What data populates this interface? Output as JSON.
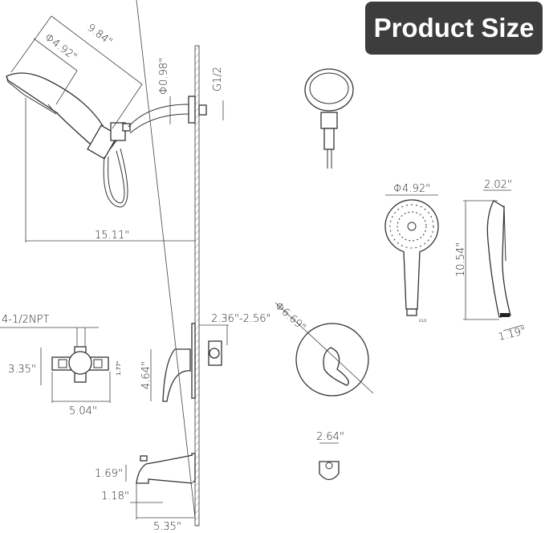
{
  "badge": {
    "title": "Product Size",
    "background": "#3d3d3d",
    "text_color": "#ffffff"
  },
  "dimensions": {
    "head_length": "9.84\"",
    "head_diameter_side": "Φ4.92\"",
    "arm_diameter": "Φ0.98\"",
    "wall_thread": "G1/2",
    "head_reach": "15.11\"",
    "head_diameter_front": "Φ4.92\"",
    "handheld_depth": "2.02\"",
    "handheld_length": "10.54\"",
    "handheld_base": "1.19\"",
    "handheld_thread": "G1/2",
    "valve_inlet": "4-1/2NPT",
    "valve_height": "3.35\"",
    "valve_port": "1.77\"",
    "valve_width": "5.04\"",
    "handle_height": "4.64\"",
    "wall_depth": "2.36\"-2.56\"",
    "trim_diameter": "Φ6.69\"",
    "spout_height": "1.69\"",
    "spout_outlet": "1.18\"",
    "spout_length": "5.35\"",
    "spout_width": "2.64\""
  }
}
